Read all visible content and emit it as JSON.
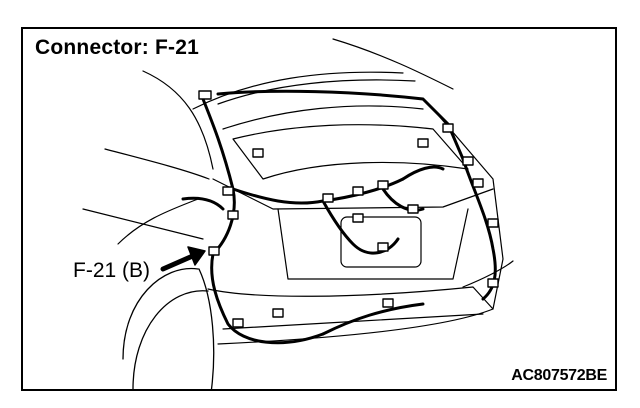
{
  "title": "Connector: F-21",
  "callout_label": "F-21 (B)",
  "figure_code": "AC807572BE",
  "colors": {
    "line": "#000000",
    "background": "#ffffff"
  }
}
